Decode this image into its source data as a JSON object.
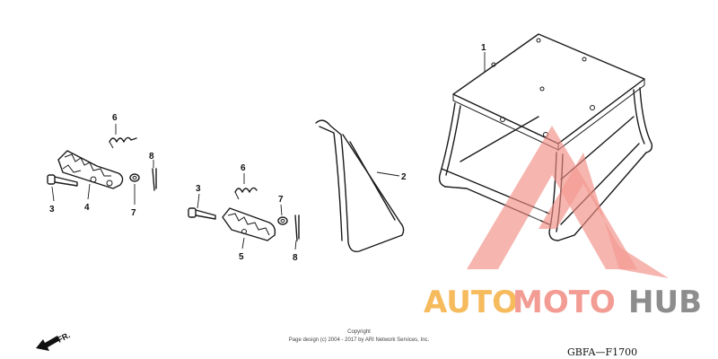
{
  "callouts": {
    "stand": "1",
    "side_stand": "2",
    "bolt_left": "3",
    "bolt_right": "3",
    "footpeg_left": "4",
    "footpeg_right": "5",
    "spring_left": "6",
    "spring_right": "6",
    "washer_left": "7",
    "washer_right": "7",
    "pin_left": "8",
    "pin_right": "8"
  },
  "orientation_label": "FR.",
  "copyright": {
    "line1": "Copyright",
    "line2": "Page design (c) 2004 - 2017 by ARI Network Services, Inc."
  },
  "diagram_code": "GBFA—F1700",
  "watermark": {
    "part1": "AUTO",
    "part2": "MOTO",
    "part3": "HUB",
    "color_orange": "#f5b041",
    "color_red": "#f28b82",
    "color_gray": "#7a7a7a"
  }
}
